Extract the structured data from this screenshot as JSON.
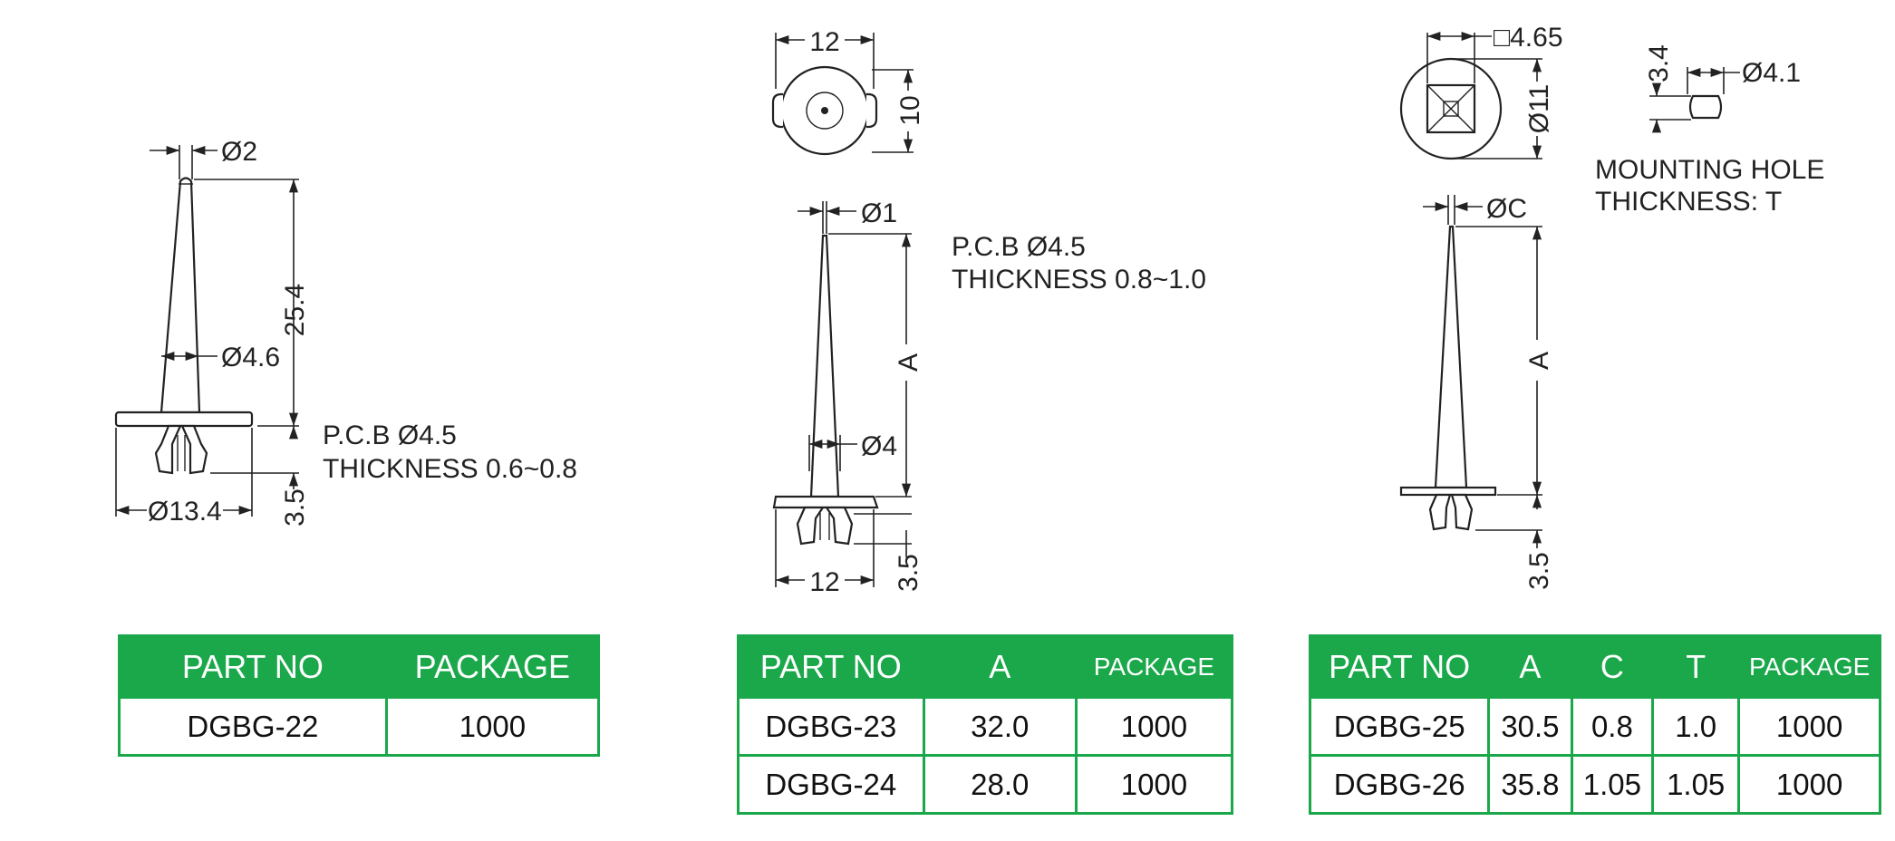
{
  "drawing1": {
    "dims": {
      "tip_dia": "Ø2",
      "height": "25.4",
      "shaft_dia": "Ø4.6",
      "base_dia": "Ø13.4",
      "clip_h": "3.5"
    },
    "note": {
      "line1": "P.C.B  Ø4.5",
      "line2": "THICKNESS  0.6~0.8"
    }
  },
  "drawing2": {
    "dims": {
      "top_w": "12",
      "top_h": "10",
      "tip_dia": "Ø1",
      "height": "A",
      "shaft_dia": "Ø4",
      "base_w": "12",
      "clip_h": "3.5"
    },
    "note": {
      "line1": "P.C.B  Ø4.5",
      "line2": "THICKNESS  0.8~1.0"
    }
  },
  "drawing3": {
    "dims": {
      "square": "□4.65",
      "circle_dia": "Ø11",
      "hole_h": "3.4",
      "hole_dia": "Ø4.1",
      "tip_dia": "ØC",
      "height": "A",
      "clip_h": "3.5"
    },
    "note": {
      "line1": "MOUNTING  HOLE",
      "line2": "THICKNESS: T"
    }
  },
  "tables": {
    "t1": {
      "headers": [
        "PART NO",
        "PACKAGE"
      ],
      "rows": [
        [
          "DGBG-22",
          "1000"
        ]
      ]
    },
    "t2": {
      "headers": [
        "PART NO",
        "A",
        "PACKAGE"
      ],
      "rows": [
        [
          "DGBG-23",
          "32.0",
          "1000"
        ],
        [
          "DGBG-24",
          "28.0",
          "1000"
        ]
      ]
    },
    "t3": {
      "headers": [
        "PART NO",
        "A",
        "C",
        "T",
        "PACKAGE"
      ],
      "rows": [
        [
          "DGBG-25",
          "30.5",
          "0.8",
          "1.0",
          "1000"
        ],
        [
          "DGBG-26",
          "35.8",
          "1.05",
          "1.05",
          "1000"
        ]
      ]
    }
  },
  "colors": {
    "table_green": "#1aa84a",
    "line": "#222222"
  }
}
